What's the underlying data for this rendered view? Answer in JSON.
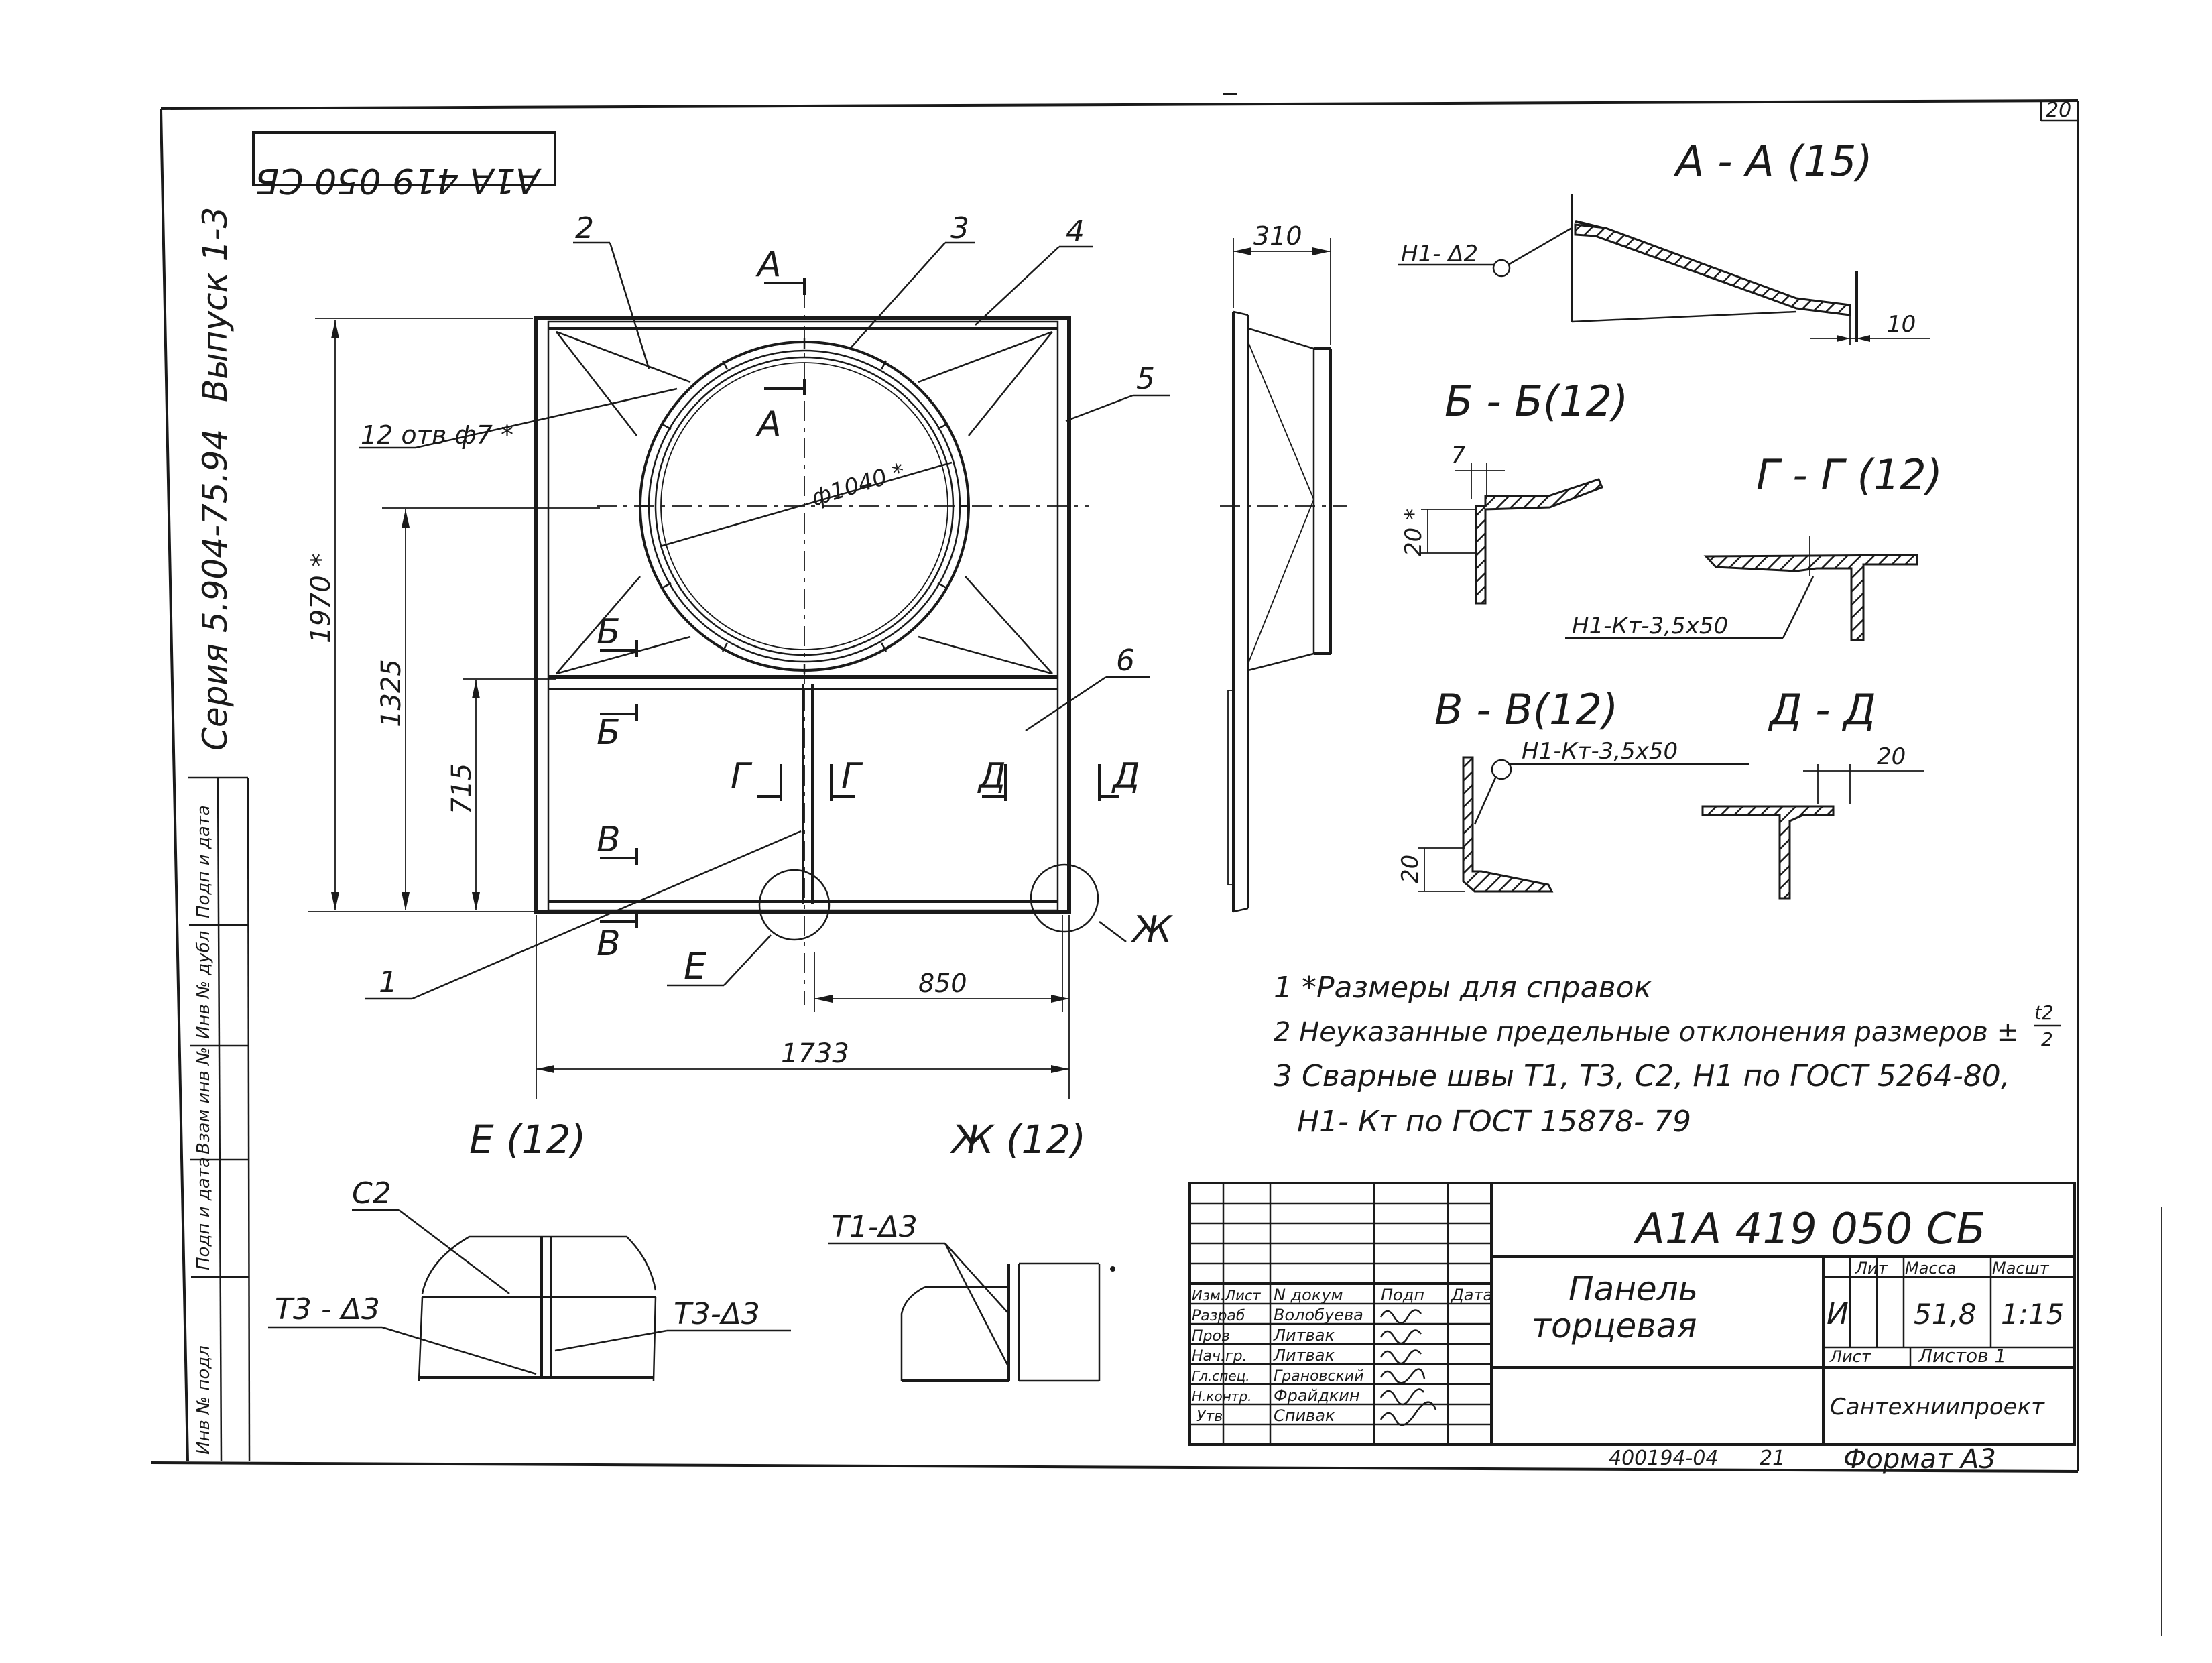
{
  "doc_code_rotated": "А1А 419 050 СБ",
  "sheet_number": "20",
  "side_series": "Серия 5.904-75.94",
  "side_issue": "Выпуск 1-3",
  "side_stamp_labels": [
    "Подп и дата",
    "Инв № дубл",
    "Взам инв №",
    "Подп и дата",
    "Инв № подл"
  ],
  "main_view": {
    "leaders": [
      "1",
      "2",
      "3",
      "4",
      "5",
      "6"
    ],
    "holes_note": "12 отв ф7 *",
    "diameter": "ф1040 *",
    "dim_height": "1970 *",
    "dim_1325": "1325",
    "dim_715": "715",
    "dim_850": "850",
    "dim_1733": "1733",
    "cut_a": "А",
    "cut_b": "Б",
    "cut_v": "В",
    "cut_g": "Г",
    "cut_d": "Д",
    "callout_e": "Е",
    "callout_zh": "Ж"
  },
  "side_view": {
    "dim_310": "310"
  },
  "sections": {
    "aa_title": "А - А (15)",
    "aa_weld": "Н1- Δ2",
    "aa_dim": "10",
    "bb_title": "Б - Б(12)",
    "bb_dim_7": "7",
    "bb_dim_20": "20 *",
    "gg_title": "Г - Г (12)",
    "gg_weld": "Н1-Кт-3,5х50",
    "vv_title": "В - В(12)",
    "vv_weld": "Н1-Кт-3,5х50",
    "vv_dim": "20",
    "dd_title": "Д - Д",
    "dd_dim": "20"
  },
  "notes": [
    "1 *Размеры для справок",
    "2 Неуказанные предельные отклонения размеров ±",
    "3 Сварные швы Т1, Т3, С2, Н1 по ГОСТ 5264-80,",
    "Н1- Кт по ГОСТ 15878- 79"
  ],
  "note_fraction": {
    "num": "t2",
    "den": "2"
  },
  "details": {
    "e_title": "Е (12)",
    "zh_title": "Ж (12)",
    "e_c2": "С2",
    "e_t3_left": "Т3 - Δ3",
    "e_t3_right": "Т3-Δ3",
    "zh_t1": "Т1-Δ3"
  },
  "title_block": {
    "designation": "А1А 419 050 СБ",
    "name_line1": "Панель",
    "name_line2": "торцевая",
    "header_izm": "Изм.Лист",
    "header_doc": "N докум",
    "header_sign": "Подп",
    "header_date": "Дата",
    "rows": [
      {
        "role": "Разраб",
        "name": "Волобуева"
      },
      {
        "role": "Пров",
        "name": "Литвак"
      },
      {
        "role": "Нач.гр.",
        "name": "Литвак"
      },
      {
        "role": "Гл.спец.",
        "name": "Грановский"
      },
      {
        "role": "Н.контр.",
        "name": "Фрайдкин"
      },
      {
        "role": "Утв",
        "name": "Спивак"
      }
    ],
    "lit_label": "Лит",
    "mass_label": "Масса",
    "scale_label": "Масшт",
    "lit_value": "И",
    "mass_value": "51,8",
    "scale_value": "1:15",
    "sheet_label": "Лист",
    "sheets_label": "Листов 1",
    "organization": "Сантехниипроект",
    "archive_no": "400194-04",
    "page_no": "21",
    "format": "Формат А3"
  }
}
